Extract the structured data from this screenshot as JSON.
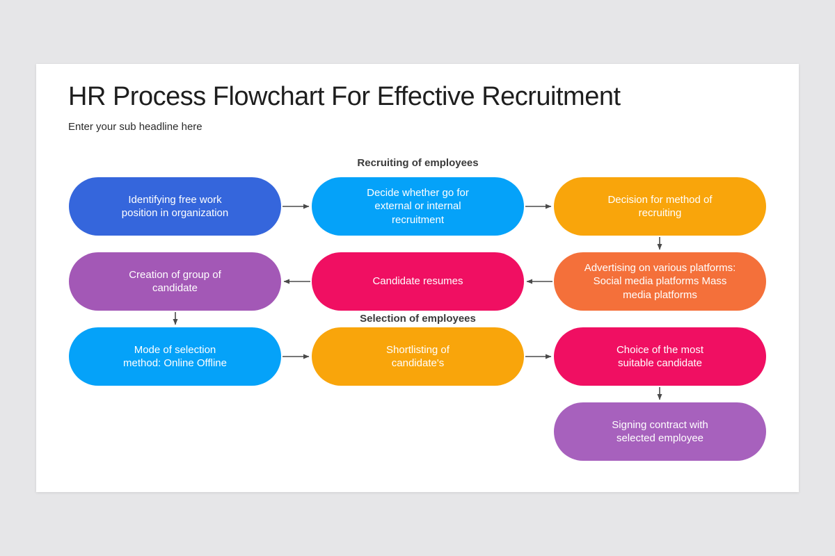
{
  "header": {
    "title": "HR Process Flowchart For Effective Recruitment",
    "subtitle": "Enter your sub headline here"
  },
  "diagram": {
    "section_labels": [
      {
        "text": "Recruiting of employees"
      },
      {
        "text": "Selection of employees"
      }
    ],
    "nodes": [
      {
        "id": "identify-position",
        "label": "Identifying free work\nposition in organization",
        "color": "#3566dc"
      },
      {
        "id": "decide-recruit-type",
        "label": "Decide whether go for\nexternal or internal\nrecruitment",
        "color": "#05a2f9"
      },
      {
        "id": "method-decision",
        "label": "Decision for method of\nrecruiting",
        "color": "#f9a50b"
      },
      {
        "id": "candidate-group",
        "label": "Creation of group of\ncandidate",
        "color": "#a358b6"
      },
      {
        "id": "candidate-resumes",
        "label": "Candidate resumes",
        "color": "#f00f62"
      },
      {
        "id": "advertising",
        "label": "Advertising on various platforms:\nSocial media platforms Mass\nmedia platforms",
        "color": "#f4703a"
      },
      {
        "id": "selection-mode",
        "label": "Mode of selection\nmethod: Online Offline",
        "color": "#05a2f9"
      },
      {
        "id": "shortlisting",
        "label": "Shortlisting of\ncandidate's",
        "color": "#f9a50b"
      },
      {
        "id": "best-candidate",
        "label": "Choice of the most\nsuitable candidate",
        "color": "#f00f62"
      },
      {
        "id": "signing-contract",
        "label": "Signing contract with\nselected employee",
        "color": "#a761bd"
      }
    ],
    "edges": [
      {
        "from": "identify-position",
        "to": "decide-recruit-type",
        "direction": "right"
      },
      {
        "from": "decide-recruit-type",
        "to": "method-decision",
        "direction": "right"
      },
      {
        "from": "method-decision",
        "to": "advertising",
        "direction": "down"
      },
      {
        "from": "advertising",
        "to": "candidate-resumes",
        "direction": "left"
      },
      {
        "from": "candidate-resumes",
        "to": "candidate-group",
        "direction": "left"
      },
      {
        "from": "candidate-group",
        "to": "selection-mode",
        "direction": "down"
      },
      {
        "from": "selection-mode",
        "to": "shortlisting",
        "direction": "right"
      },
      {
        "from": "shortlisting",
        "to": "best-candidate",
        "direction": "right"
      },
      {
        "from": "best-candidate",
        "to": "signing-contract",
        "direction": "down"
      }
    ]
  },
  "colors": {
    "background": "#e6e6e8",
    "card": "#ffffff",
    "title_text": "#1e1e1e",
    "section_label_text": "#3a3a3a",
    "node_text": "#ffffff",
    "arrow": "#4a4a4a"
  }
}
